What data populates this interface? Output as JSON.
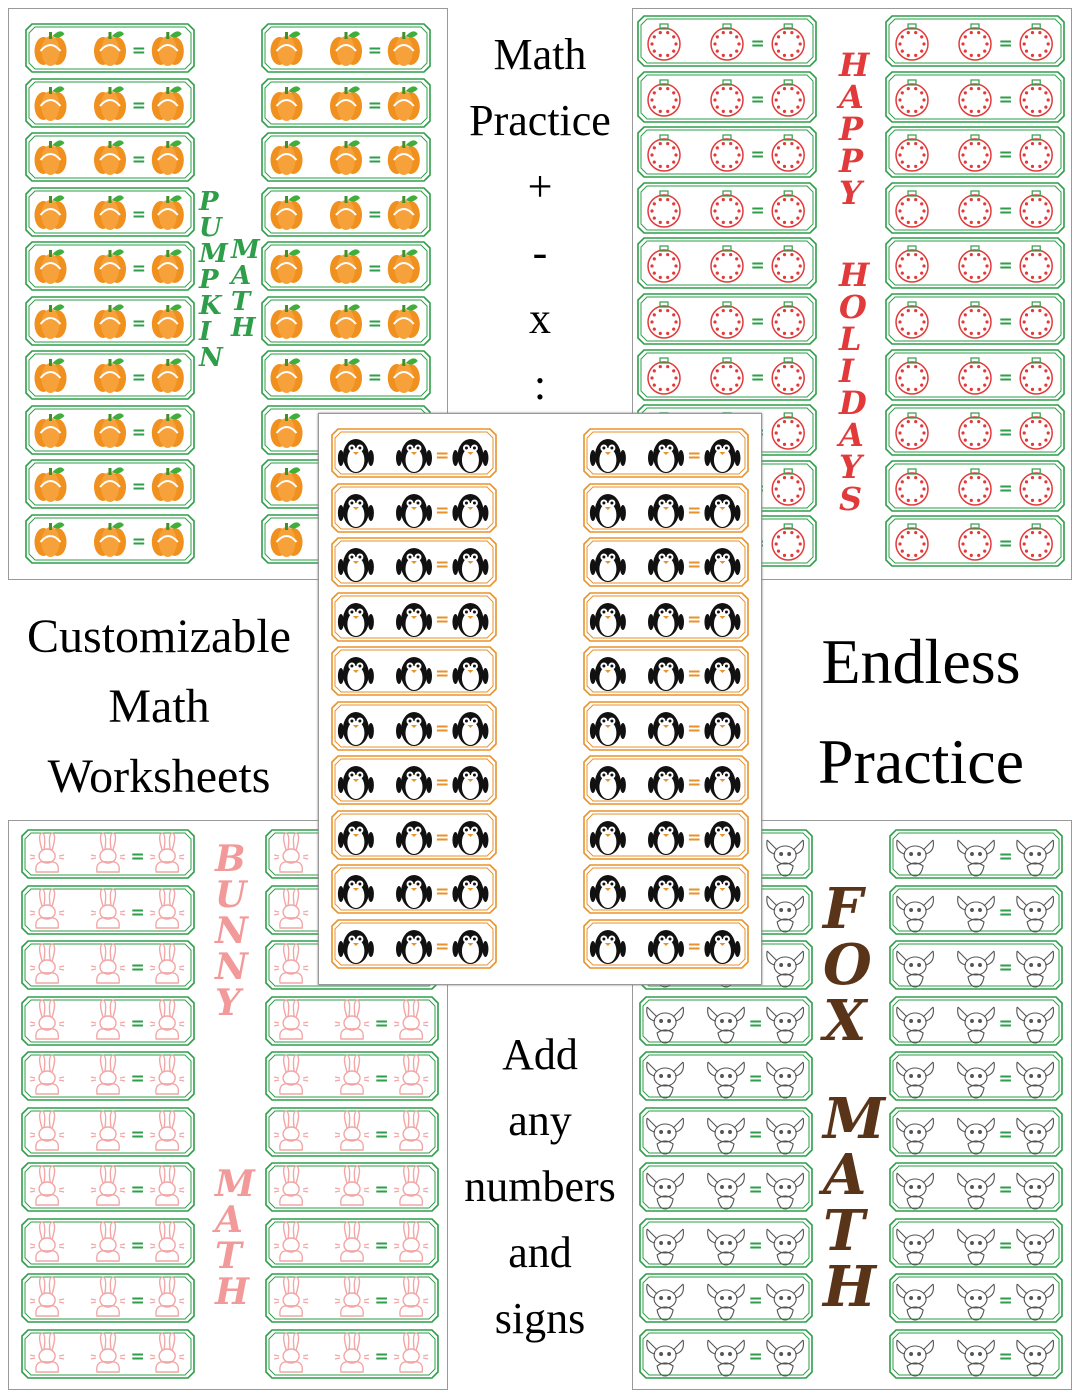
{
  "headline_math_practice": [
    "Math",
    "Practice",
    "+",
    "-",
    "x",
    ":"
  ],
  "headline_customizable": [
    "Customizable",
    "Math",
    "Worksheets"
  ],
  "headline_endless": [
    "Endless",
    "Practice"
  ],
  "headline_add": [
    "Add",
    "any",
    "numbers",
    "and",
    "signs"
  ],
  "equals_sign": "=",
  "sheets": {
    "pumpkin": {
      "title_a": [
        "P",
        "U",
        "M",
        "P",
        "K",
        "I",
        "N"
      ],
      "title_b": [
        "M",
        "A",
        "T",
        "H"
      ],
      "color": "#2e9e4a"
    },
    "holiday": {
      "title_a": [
        "H",
        "A",
        "P",
        "P",
        "Y"
      ],
      "title_b": [
        "H",
        "O",
        "L",
        "I",
        "D",
        "A",
        "Y",
        "S"
      ],
      "color": "#e23a3a"
    },
    "penguin": {
      "color": "#e8922a"
    },
    "bunny": {
      "title_a": [
        "B",
        "U",
        "N",
        "N",
        "Y"
      ],
      "title_b": [
        "M",
        "A",
        "T",
        "H"
      ],
      "color": "#f29a9a"
    },
    "fox": {
      "title_a": [
        "F",
        "O",
        "X"
      ],
      "title_b": [
        "M",
        "A",
        "T",
        "H"
      ],
      "color": "#5a3418"
    }
  }
}
